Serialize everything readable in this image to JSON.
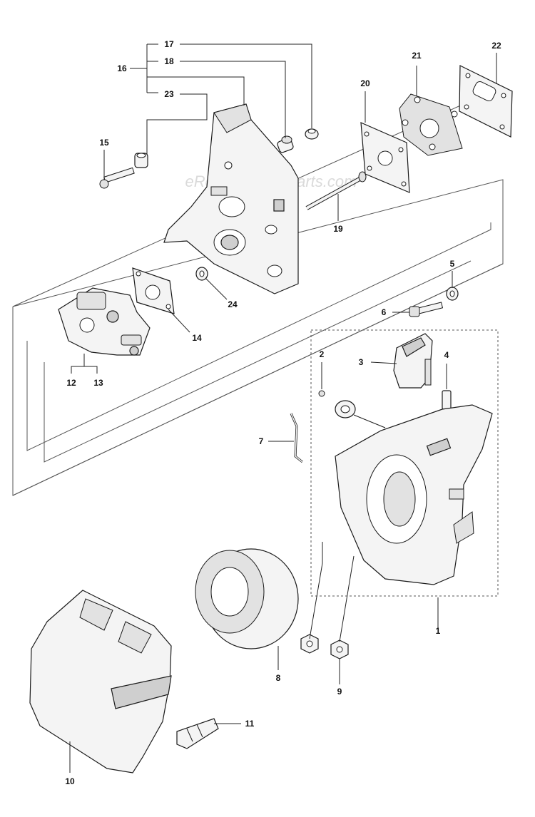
{
  "watermark": "eReplacementParts.com",
  "callouts": {
    "p1": "1",
    "p2": "2",
    "p3": "3",
    "p4": "4",
    "p5": "5",
    "p6": "6",
    "p7": "7",
    "p8": "8",
    "p9": "9",
    "p10": "10",
    "p11": "11",
    "p12": "12",
    "p13": "13",
    "p14": "14",
    "p15": "15",
    "p16": "16",
    "p17": "17",
    "p18": "18",
    "p19": "19",
    "p20": "20",
    "p21": "21",
    "p22": "22",
    "p23": "23",
    "p24": "24"
  }
}
